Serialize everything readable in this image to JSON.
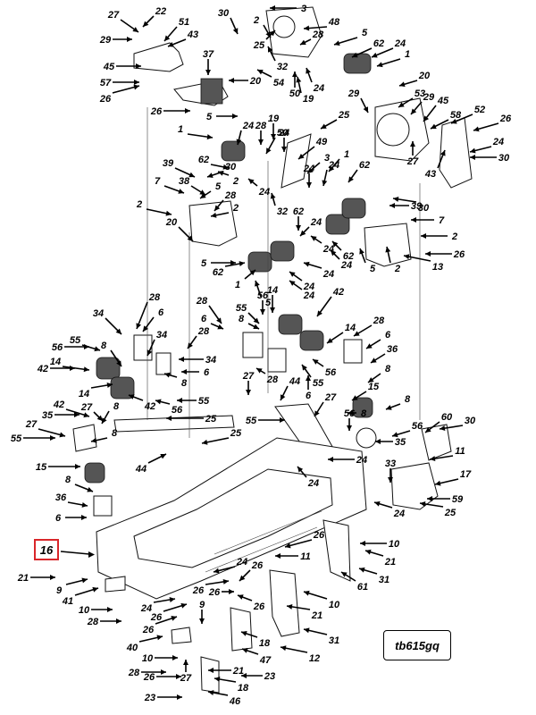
{
  "figure_id": "tb615gq",
  "highlighted_callout": "16",
  "accent_color": "#d9262a",
  "callouts": [
    {
      "id": "c1",
      "label": "27"
    },
    {
      "id": "c2",
      "label": "22"
    },
    {
      "id": "c3",
      "label": "30"
    },
    {
      "id": "c4",
      "label": "3"
    },
    {
      "id": "c5",
      "label": "2"
    },
    {
      "id": "c6",
      "label": "29"
    },
    {
      "id": "c7",
      "label": "51"
    },
    {
      "id": "c8",
      "label": "43"
    },
    {
      "id": "c9",
      "label": "25"
    },
    {
      "id": "c10",
      "label": "48"
    },
    {
      "id": "c11",
      "label": "28"
    },
    {
      "id": "c12",
      "label": "5"
    },
    {
      "id": "c13",
      "label": "62"
    },
    {
      "id": "c14",
      "label": "24"
    },
    {
      "id": "c15",
      "label": "45"
    },
    {
      "id": "c16",
      "label": "37"
    },
    {
      "id": "c17",
      "label": "32"
    },
    {
      "id": "c18",
      "label": "1"
    },
    {
      "id": "c19",
      "label": "57"
    },
    {
      "id": "c20",
      "label": "20"
    },
    {
      "id": "c21",
      "label": "54"
    },
    {
      "id": "c22",
      "label": "50"
    },
    {
      "id": "c23",
      "label": "19"
    },
    {
      "id": "c24",
      "label": "24"
    },
    {
      "id": "c25",
      "label": "20"
    },
    {
      "id": "c26",
      "label": "26"
    },
    {
      "id": "c27",
      "label": "29"
    },
    {
      "id": "c28",
      "label": "53"
    },
    {
      "id": "c29",
      "label": "29"
    },
    {
      "id": "c30",
      "label": "45"
    },
    {
      "id": "c31",
      "label": "26"
    },
    {
      "id": "c32",
      "label": "5"
    },
    {
      "id": "c33",
      "label": "25"
    },
    {
      "id": "c34",
      "label": "58"
    },
    {
      "id": "c35",
      "label": "52"
    },
    {
      "id": "c36",
      "label": "26"
    },
    {
      "id": "c37",
      "label": "24"
    },
    {
      "id": "c38",
      "label": "28"
    },
    {
      "id": "c39",
      "label": "19"
    },
    {
      "id": "c40",
      "label": "49"
    },
    {
      "id": "c41",
      "label": "1"
    },
    {
      "id": "c42",
      "label": "24"
    },
    {
      "id": "c43",
      "label": "50"
    },
    {
      "id": "c44",
      "label": "24"
    },
    {
      "id": "c45",
      "label": "30"
    },
    {
      "id": "c46",
      "label": "62"
    },
    {
      "id": "c47",
      "label": "3"
    },
    {
      "id": "c48",
      "label": "1"
    },
    {
      "id": "c49",
      "label": "27"
    },
    {
      "id": "c50",
      "label": "43"
    },
    {
      "id": "c51",
      "label": "24"
    },
    {
      "id": "c52",
      "label": "24"
    },
    {
      "id": "c53",
      "label": "62"
    },
    {
      "id": "c54",
      "label": "39"
    },
    {
      "id": "c55",
      "label": "30"
    },
    {
      "id": "c56",
      "label": "2"
    },
    {
      "id": "c57",
      "label": "5"
    },
    {
      "id": "c58",
      "label": "24"
    },
    {
      "id": "c59",
      "label": "32"
    },
    {
      "id": "c60",
      "label": "7"
    },
    {
      "id": "c61",
      "label": "38"
    },
    {
      "id": "c62",
      "label": "2"
    },
    {
      "id": "c63",
      "label": "28"
    },
    {
      "id": "c64",
      "label": "2"
    },
    {
      "id": "c65",
      "label": "39"
    },
    {
      "id": "c66",
      "label": "30"
    },
    {
      "id": "c67",
      "label": "62"
    },
    {
      "id": "c68",
      "label": "7"
    },
    {
      "id": "c69",
      "label": "20"
    },
    {
      "id": "c70",
      "label": "24"
    },
    {
      "id": "c71",
      "label": "2"
    },
    {
      "id": "c72",
      "label": "24"
    },
    {
      "id": "c73",
      "label": "62"
    },
    {
      "id": "c74",
      "label": "26"
    },
    {
      "id": "c75",
      "label": "5"
    },
    {
      "id": "c76",
      "label": "24"
    },
    {
      "id": "c77",
      "label": "5"
    },
    {
      "id": "c78",
      "label": "2"
    },
    {
      "id": "c79",
      "label": "13"
    },
    {
      "id": "c80",
      "label": "62"
    },
    {
      "id": "c81",
      "label": "24"
    },
    {
      "id": "c82",
      "label": "1"
    },
    {
      "id": "c83",
      "label": "24"
    },
    {
      "id": "c84",
      "label": "5"
    },
    {
      "id": "c85",
      "label": "56"
    },
    {
      "id": "c86",
      "label": "14"
    },
    {
      "id": "c87",
      "label": "24"
    },
    {
      "id": "c88",
      "label": "28"
    },
    {
      "id": "c89",
      "label": "55"
    },
    {
      "id": "c90",
      "label": "8"
    },
    {
      "id": "c91",
      "label": "42"
    },
    {
      "id": "c92",
      "label": "28"
    },
    {
      "id": "c93",
      "label": "6"
    },
    {
      "id": "c94",
      "label": "34"
    },
    {
      "id": "c95",
      "label": "6"
    },
    {
      "id": "c96",
      "label": "14"
    },
    {
      "id": "c97",
      "label": "28"
    },
    {
      "id": "c98",
      "label": "56"
    },
    {
      "id": "c99",
      "label": "55"
    },
    {
      "id": "c100",
      "label": "8"
    },
    {
      "id": "c101",
      "label": "34"
    },
    {
      "id": "c102",
      "label": "28"
    },
    {
      "id": "c103",
      "label": "6"
    },
    {
      "id": "c104",
      "label": "36"
    },
    {
      "id": "c105",
      "label": "42"
    },
    {
      "id": "c106",
      "label": "14"
    },
    {
      "id": "c107",
      "label": "6"
    },
    {
      "id": "c108",
      "label": "34"
    },
    {
      "id": "c109",
      "label": "56"
    },
    {
      "id": "c110",
      "label": "8"
    },
    {
      "id": "c111",
      "label": "8"
    },
    {
      "id": "c112",
      "label": "28"
    },
    {
      "id": "c113",
      "label": "55"
    },
    {
      "id": "c114",
      "label": "6"
    },
    {
      "id": "c115",
      "label": "14"
    },
    {
      "id": "c116",
      "label": "8"
    },
    {
      "id": "c117",
      "label": "27"
    },
    {
      "id": "c118",
      "label": "15"
    },
    {
      "id": "c119",
      "label": "42"
    },
    {
      "id": "c120",
      "label": "56"
    },
    {
      "id": "c121",
      "label": "55"
    },
    {
      "id": "c122",
      "label": "8"
    },
    {
      "id": "c123",
      "label": "44"
    },
    {
      "id": "c124",
      "label": "27"
    },
    {
      "id": "c125",
      "label": "8"
    },
    {
      "id": "c126",
      "label": "35"
    },
    {
      "id": "c127",
      "label": "42"
    },
    {
      "id": "c128",
      "label": "27"
    },
    {
      "id": "c129",
      "label": "25"
    },
    {
      "id": "c130",
      "label": "55"
    },
    {
      "id": "c131",
      "label": "56"
    },
    {
      "id": "c132",
      "label": "60"
    },
    {
      "id": "c133",
      "label": "30"
    },
    {
      "id": "c134",
      "label": "56"
    },
    {
      "id": "c135",
      "label": "8"
    },
    {
      "id": "c136",
      "label": "25"
    },
    {
      "id": "c137",
      "label": "55"
    },
    {
      "id": "c138",
      "label": "27"
    },
    {
      "id": "c139",
      "label": "35"
    },
    {
      "id": "c140",
      "label": "11"
    },
    {
      "id": "c141",
      "label": "44"
    },
    {
      "id": "c142",
      "label": "24"
    },
    {
      "id": "c143",
      "label": "33"
    },
    {
      "id": "c144",
      "label": "17"
    },
    {
      "id": "c145",
      "label": "15"
    },
    {
      "id": "c146",
      "label": "24"
    },
    {
      "id": "c147",
      "label": "8"
    },
    {
      "id": "c148",
      "label": "59"
    },
    {
      "id": "c149",
      "label": "36"
    },
    {
      "id": "c150",
      "label": "24"
    },
    {
      "id": "c151",
      "label": "25"
    },
    {
      "id": "c152",
      "label": "6"
    },
    {
      "id": "c153",
      "label": "26"
    },
    {
      "id": "c154",
      "label": "10"
    },
    {
      "id": "c155",
      "label": "11"
    },
    {
      "id": "c156",
      "label": "21"
    },
    {
      "id": "c157",
      "label": "24"
    },
    {
      "id": "c158",
      "label": "31"
    },
    {
      "id": "c159",
      "label": "21"
    },
    {
      "id": "c160",
      "label": "26"
    },
    {
      "id": "c161",
      "label": "61"
    },
    {
      "id": "c162",
      "label": "9"
    },
    {
      "id": "c163",
      "label": "26"
    },
    {
      "id": "c164",
      "label": "41"
    },
    {
      "id": "c165",
      "label": "26"
    },
    {
      "id": "c166",
      "label": "10"
    },
    {
      "id": "c167",
      "label": "24"
    },
    {
      "id": "c168",
      "label": "26"
    },
    {
      "id": "c169",
      "label": "21"
    },
    {
      "id": "c170",
      "label": "10"
    },
    {
      "id": "c171",
      "label": "28"
    },
    {
      "id": "c172",
      "label": "26"
    },
    {
      "id": "c173",
      "label": "9"
    },
    {
      "id": "c174",
      "label": "26"
    },
    {
      "id": "c175",
      "label": "18"
    },
    {
      "id": "c176",
      "label": "31"
    },
    {
      "id": "c177",
      "label": "40"
    },
    {
      "id": "c178",
      "label": "47"
    },
    {
      "id": "c179",
      "label": "10"
    },
    {
      "id": "c180",
      "label": "12"
    },
    {
      "id": "c181",
      "label": "28"
    },
    {
      "id": "c182",
      "label": "21"
    },
    {
      "id": "c183",
      "label": "23"
    },
    {
      "id": "c184",
      "label": "26"
    },
    {
      "id": "c185",
      "label": "27"
    },
    {
      "id": "c186",
      "label": "18"
    },
    {
      "id": "c187",
      "label": "23"
    },
    {
      "id": "c188",
      "label": "46"
    }
  ]
}
